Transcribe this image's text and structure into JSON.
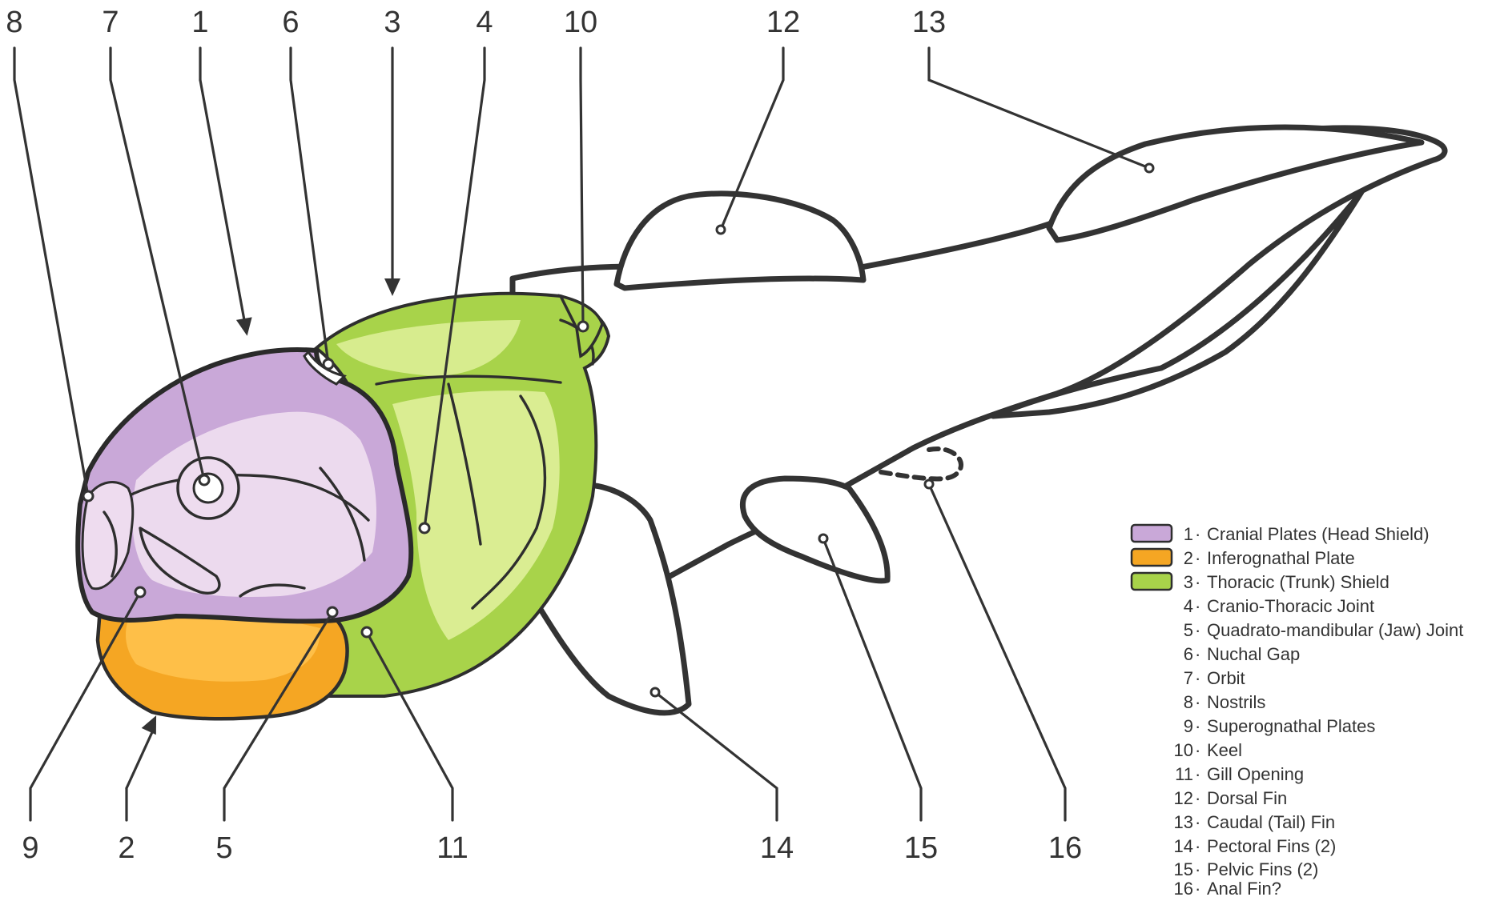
{
  "callout_numbers": [
    "1",
    "2",
    "3",
    "4",
    "5",
    "6",
    "7",
    "8",
    "9",
    "10",
    "11",
    "12",
    "13",
    "14",
    "15",
    "16"
  ],
  "legend": {
    "items": [
      {
        "number": "1",
        "label": "Cranial Plates (Head Shield)",
        "swatch": "#c9a8d8"
      },
      {
        "number": "2",
        "label": "Inferognathal Plate",
        "swatch": "#f5a623"
      },
      {
        "number": "3",
        "label": "Thoracic (Trunk) Shield",
        "swatch": "#a8d34a"
      },
      {
        "number": "4",
        "label": "Cranio-Thoracic Joint"
      },
      {
        "number": "5",
        "label": "Quadrato-mandibular (Jaw) Joint"
      },
      {
        "number": "6",
        "label": "Nuchal Gap"
      },
      {
        "number": "7",
        "label": "Orbit"
      },
      {
        "number": "8",
        "label": "Nostrils"
      },
      {
        "number": "9",
        "label": "Superognathal Plates"
      },
      {
        "number": "10",
        "label": "Keel"
      },
      {
        "number": "11",
        "label": "Gill Opening"
      },
      {
        "number": "12",
        "label": "Dorsal Fin"
      },
      {
        "number": "13",
        "label": "Caudal (Tail) Fin"
      },
      {
        "number": "14",
        "label": "Pectoral Fins (2)"
      },
      {
        "number": "15",
        "label": "Pelvic Fins (2)"
      },
      {
        "number": "16",
        "label": "Anal Fin?"
      }
    ],
    "separator": "·"
  },
  "colors": {
    "cranial": "#c9a8d8",
    "cranial_light": "#eedcef",
    "inferognathal": "#f5a623",
    "inferognathal_light": "#ffc24d",
    "thoracic": "#a8d34a",
    "thoracic_light": "#dff09a",
    "outline": "#333333"
  }
}
